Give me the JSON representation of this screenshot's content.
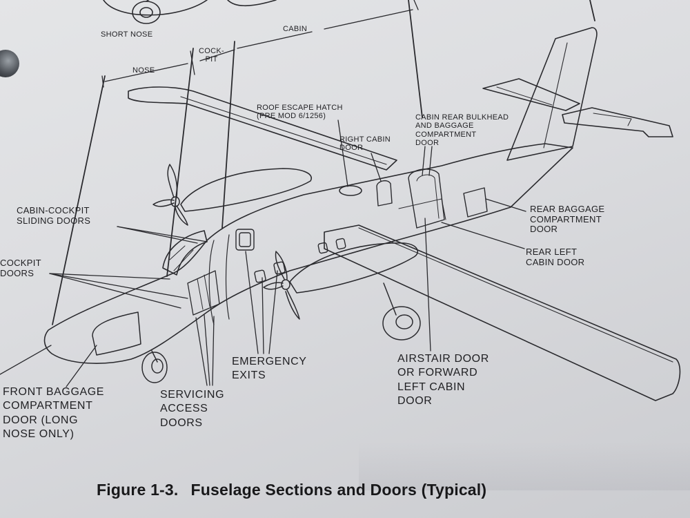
{
  "figure": {
    "number": "Figure 1-3.",
    "title": "Fuselage Sections and Doors (Typical)"
  },
  "labels": {
    "short_nose": "SHORT NOSE",
    "cabin": "CABIN",
    "cockpit": "COCK-\nPIT",
    "nose": "NOSE",
    "roof_escape_hatch": "ROOF ESCAPE HATCH\n(PRE MOD 6/1256)",
    "right_cabin_door": "RIGHT CABIN\nDOOR",
    "cabin_rear_bulkhead": "CABIN REAR BULKHEAD\nAND BAGGAGE\nCOMPARTMENT\nDOOR",
    "cabin_cockpit_sliding_doors": "CABIN-COCKPIT\nSLIDING DOORS",
    "cockpit_doors": "COCKPIT\nDOORS",
    "rear_baggage_door": "REAR BAGGAGE\nCOMPARTMENT\nDOOR",
    "rear_left_cabin_door": "REAR LEFT\nCABIN DOOR",
    "emergency_exits": "EMERGENCY\nEXITS",
    "airstair_door": "AIRSTAIR DOOR\nOR FORWARD\nLEFT CABIN\nDOOR",
    "front_baggage_door": "FRONT BAGGAGE\nCOMPARTMENT\nDOOR (LONG\nNOSE ONLY)",
    "servicing_access_doors": "SERVICING\nACCESS\nDOORS"
  }
}
